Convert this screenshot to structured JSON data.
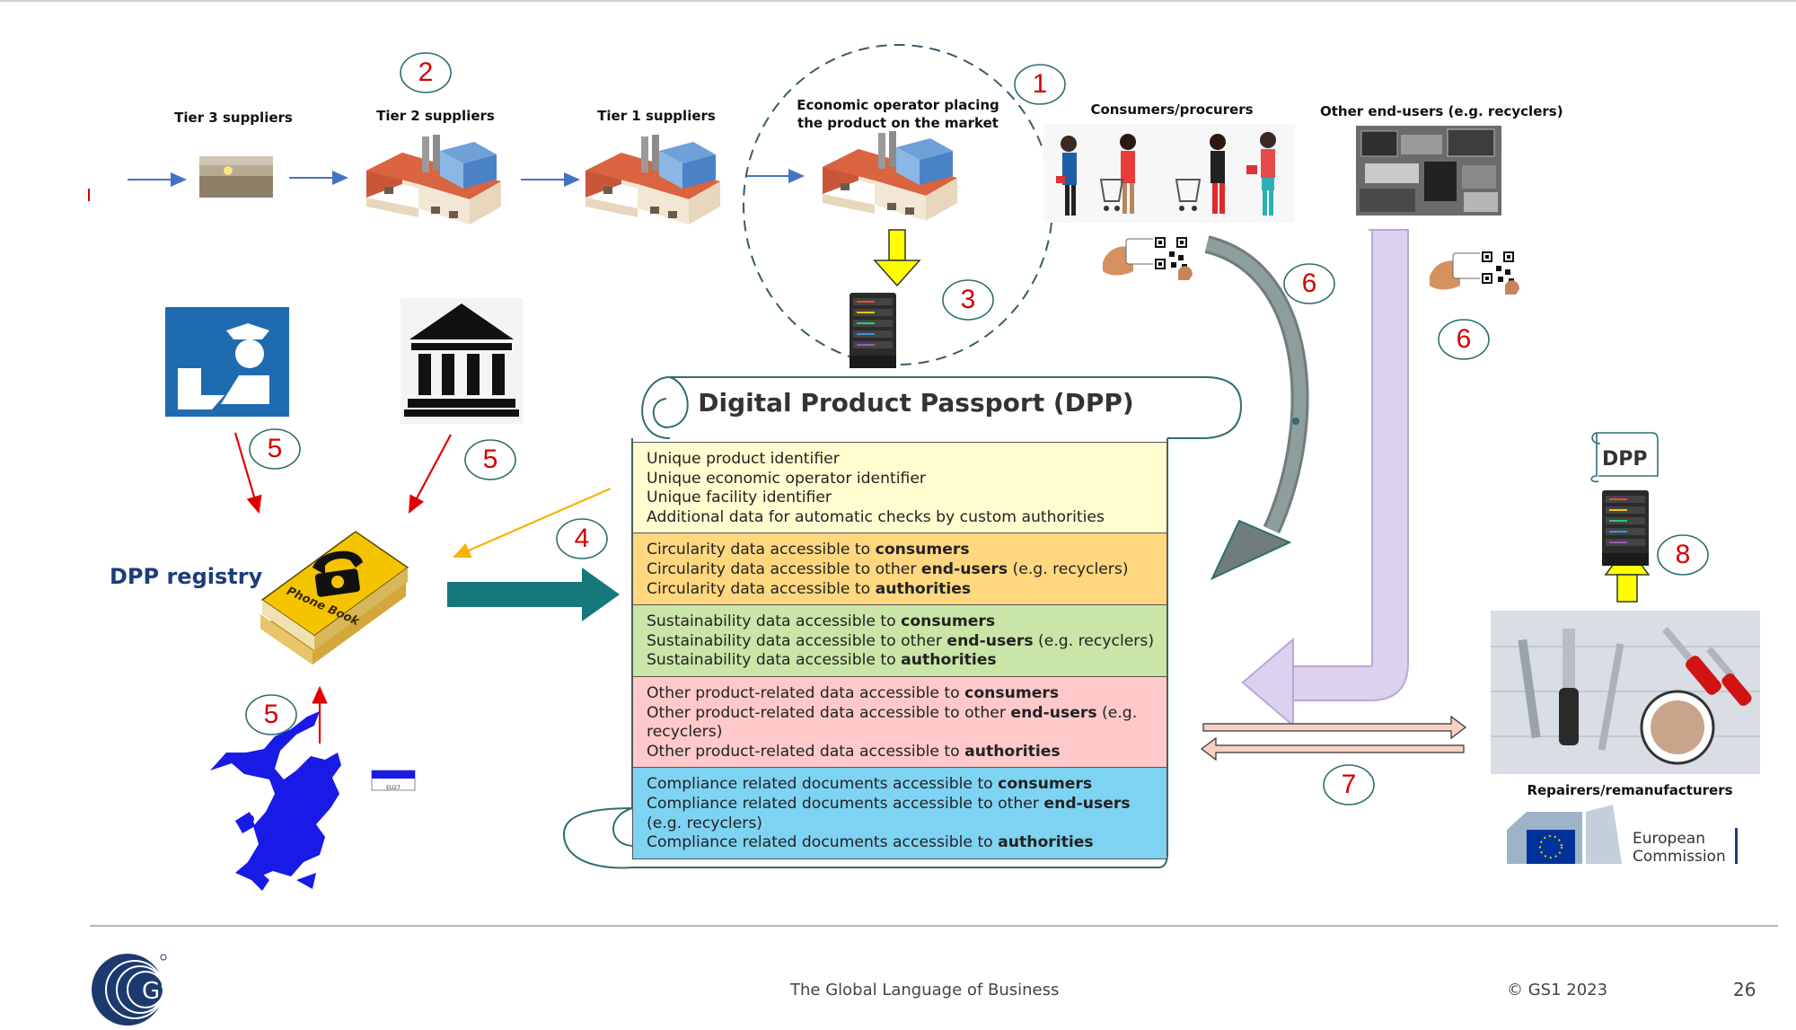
{
  "suppliers": {
    "tier3_label": "Tier 3 suppliers",
    "tier2_label": "Tier 2 suppliers",
    "tier1_label": "Tier 1 suppliers",
    "operator_label_line1": "Economic operator placing",
    "operator_label_line2": "the product on the market"
  },
  "end_users": {
    "consumers_label": "Consumers/procurers",
    "other_label": "Other end-users (e.g. recyclers)",
    "repairers_label": "Repairers/remanufacturers"
  },
  "step_numbers": {
    "n1": "1",
    "n2": "2",
    "n3": "3",
    "n4": "4",
    "n5": "5",
    "n6": "6",
    "n7": "7",
    "n8": "8"
  },
  "dpp": {
    "title": "Digital Product Passport (DPP)",
    "mini_label": "DPP",
    "sections": [
      {
        "color": "#fffdd0",
        "lines": [
          [
            "Unique product identifier",
            "",
            ""
          ],
          [
            "Unique economic operator identifier",
            "",
            ""
          ],
          [
            "Unique facility identifier",
            "",
            ""
          ],
          [
            "Additional data for automatic checks by custom authorities",
            "",
            ""
          ]
        ]
      },
      {
        "color": "#ffd77f",
        "lines": [
          [
            "Circularity data accessible to ",
            "consumers",
            ""
          ],
          [
            "Circularity data accessible to other ",
            "end-users",
            " (e.g. recyclers)"
          ],
          [
            "Circularity data accessible to ",
            "authorities",
            ""
          ]
        ]
      },
      {
        "color": "#c9e5a7",
        "lines": [
          [
            "Sustainability data accessible to ",
            "consumers",
            ""
          ],
          [
            "Sustainability data accessible to other ",
            "end-users",
            " (e.g. recyclers)"
          ],
          [
            "Sustainability data accessible to ",
            "authorities",
            ""
          ]
        ]
      },
      {
        "color": "#ffc9c9",
        "lines": [
          [
            "Other product-related data accessible to ",
            "consumers",
            ""
          ],
          [
            "Other product-related data accessible to other ",
            "end-users",
            " (e.g."
          ],
          [
            "recyclers)",
            "",
            ""
          ],
          [
            "Other product-related data accessible to ",
            "authorities",
            ""
          ]
        ]
      },
      {
        "color": "#7fd3f2",
        "lines": [
          [
            "Compliance related documents accessible to ",
            "consumers",
            ""
          ],
          [
            "Compliance related documents accessible to other ",
            "end-users",
            ""
          ],
          [
            "(e.g. recyclers)",
            "",
            ""
          ],
          [
            "Compliance related documents accessible to ",
            "authorities",
            ""
          ]
        ]
      }
    ]
  },
  "registry": {
    "label": "DPP registry",
    "book_text": "Phone Book"
  },
  "eu_map_flag_text": "EU27",
  "european_commission": {
    "line1": "European",
    "line2": "Commission"
  },
  "footer": {
    "tagline": "The Global Language of Business",
    "copyright": "© GS1 2023",
    "page_number": "26",
    "logo_text": "GS1"
  },
  "colors": {
    "red_number": "#d40000",
    "arrow_blue": "#4472c4",
    "teal_arrow": "#16787a",
    "lavender_arrow": "#dcd1ee",
    "gray_arrow": "#6f7d7c",
    "yellow_arrow": "#ffff00",
    "registry_blue": "#1c3d7a",
    "gs1_blue": "#1d3a6e"
  }
}
